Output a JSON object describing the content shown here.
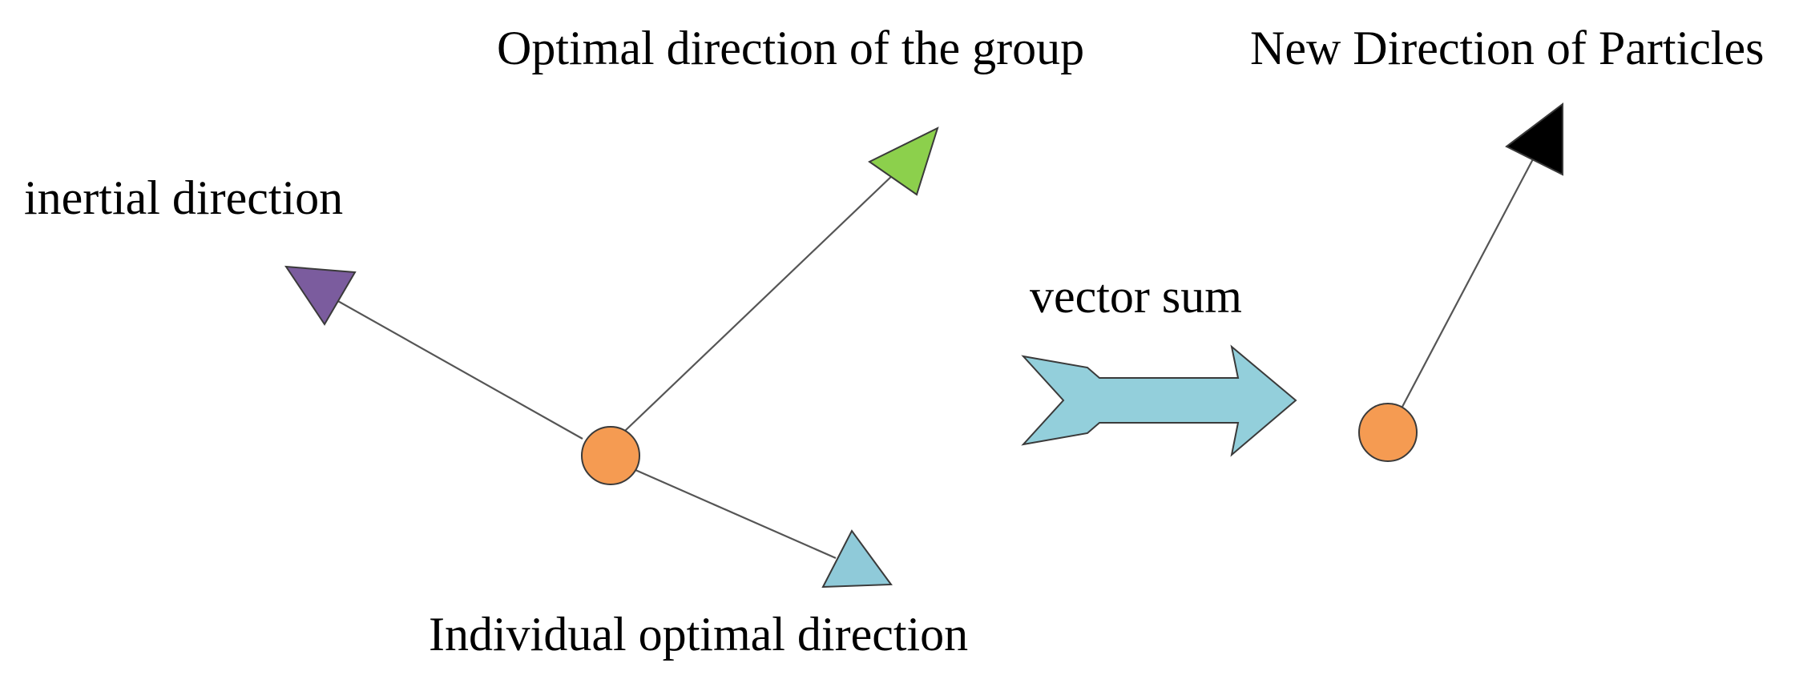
{
  "labels": {
    "group_optimal": "Optimal direction of the group",
    "new_direction": "New Direction of Particles",
    "inertial": "inertial direction",
    "vector_sum": "vector sum",
    "individual_optimal": "Individual optimal direction"
  },
  "colors": {
    "particle": "#f59b52",
    "inertial_arrow": "#7b5c9e",
    "group_arrow": "#8cd04c",
    "individual_arrow": "#8fcad9",
    "sum_arrow": "#93cfdb",
    "new_arrow": "#000000"
  }
}
